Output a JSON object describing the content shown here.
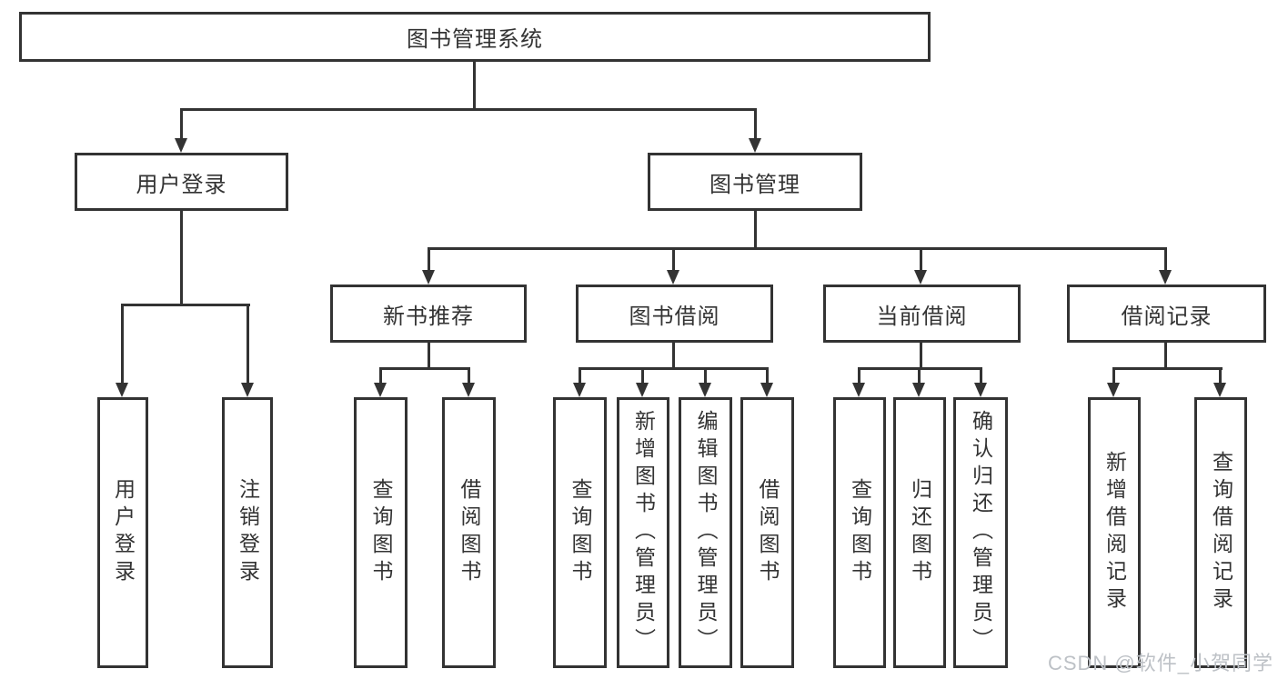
{
  "diagram": {
    "type": "hierarchy-tree",
    "root": {
      "label": "图书管理系统"
    },
    "branches": [
      {
        "label": "用户登录",
        "children": [
          {
            "label": "用户登录"
          },
          {
            "label": "注销登录"
          }
        ]
      },
      {
        "label": "图书管理",
        "children": [
          {
            "label": "新书推荐",
            "children": [
              {
                "label": "查询图书"
              },
              {
                "label": "借阅图书"
              }
            ]
          },
          {
            "label": "图书借阅",
            "children": [
              {
                "label": "查询图书"
              },
              {
                "label": "新增图书（管理员）"
              },
              {
                "label": "编辑图书（管理员）"
              },
              {
                "label": "借阅图书"
              }
            ]
          },
          {
            "label": "当前借阅",
            "children": [
              {
                "label": "查询图书"
              },
              {
                "label": "归还图书"
              },
              {
                "label": "确认归还（管理员）"
              }
            ]
          },
          {
            "label": "借阅记录",
            "children": [
              {
                "label": "新增借阅记录"
              },
              {
                "label": "查询借阅记录"
              }
            ]
          }
        ]
      }
    ]
  },
  "watermark": {
    "text": "CSDN @软件_小贺同学"
  },
  "colors": {
    "line": "#333333",
    "text": "#333333",
    "node_background": "#ffffff",
    "watermark": "#bdc1c6",
    "background": "#ffffff"
  }
}
